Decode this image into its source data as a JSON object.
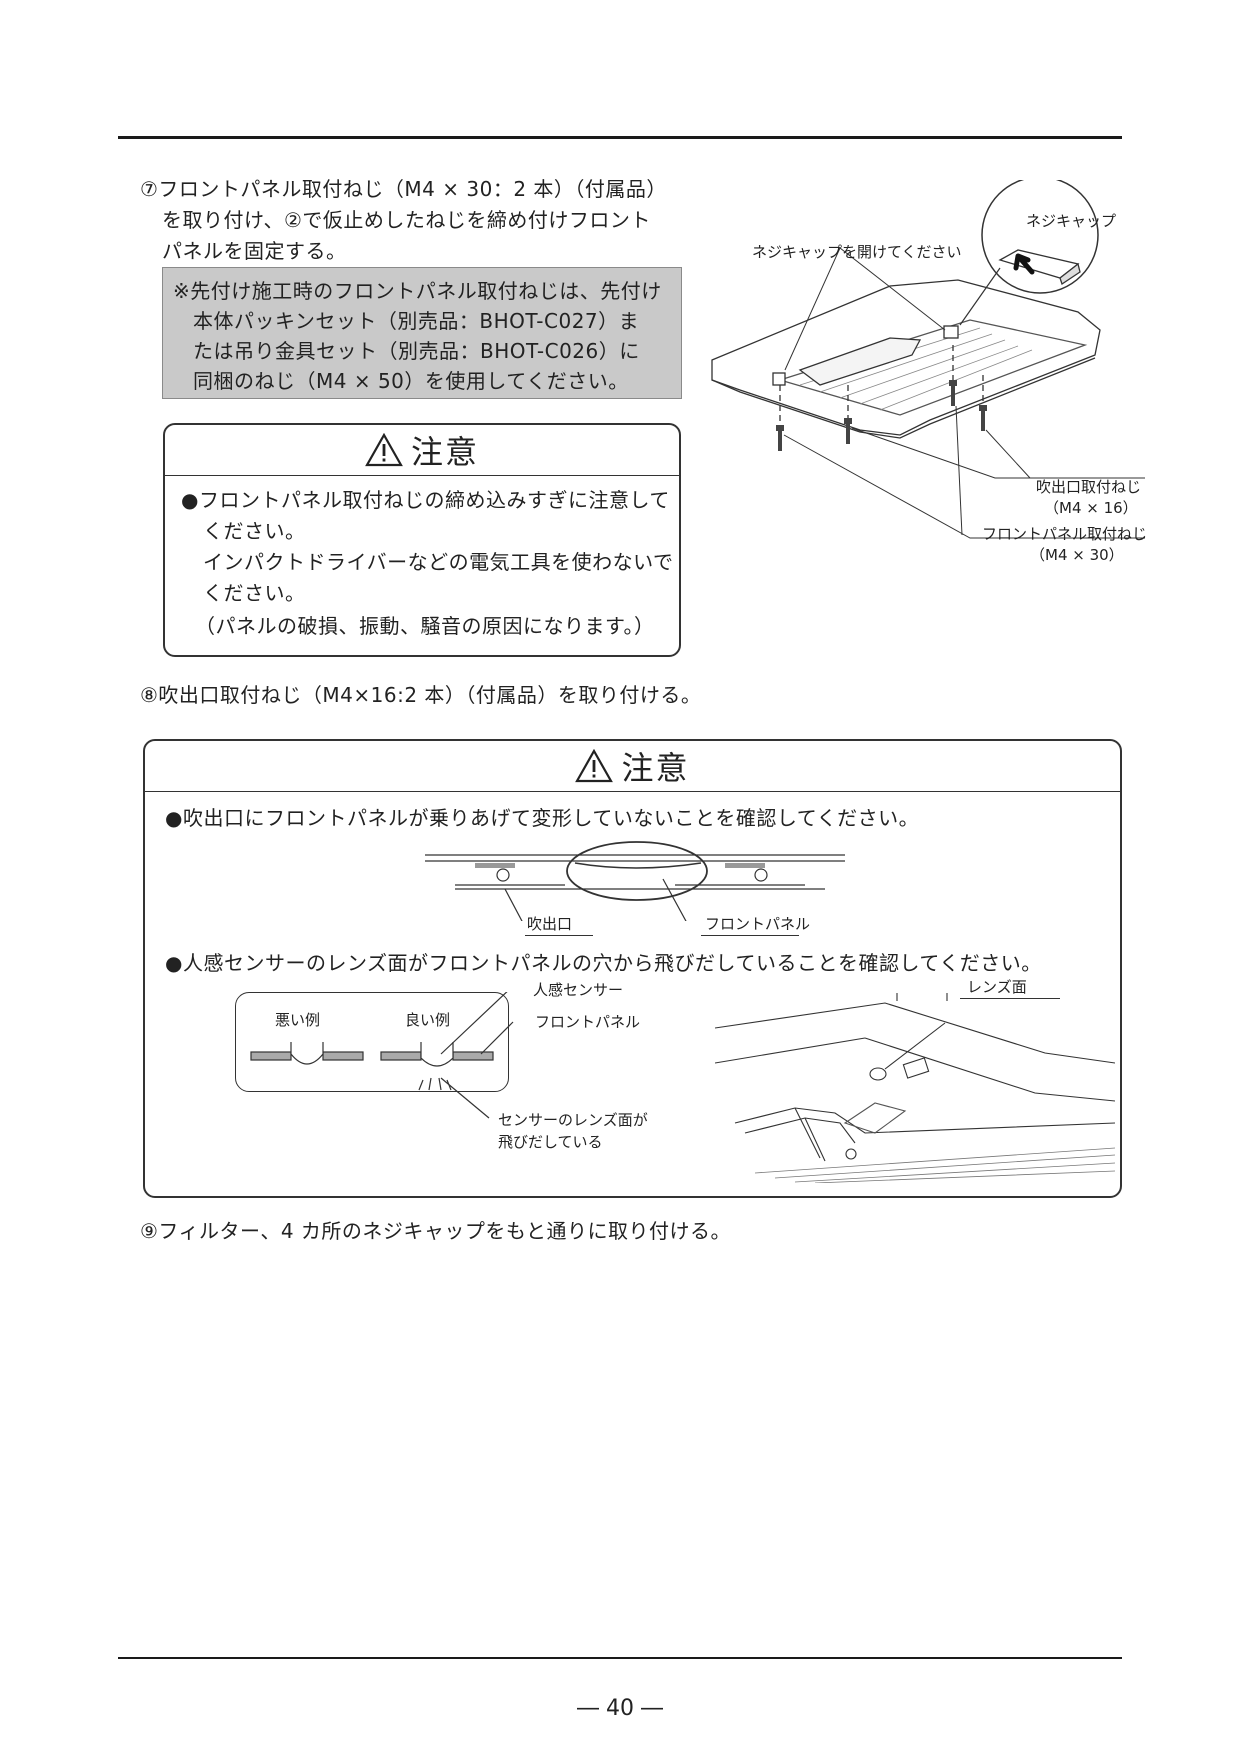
{
  "step7": {
    "line1": "⑦フロントパネル取付ねじ（M4 × 30：2 本）（付属品）",
    "line2": "を取り付け、②で仮止めしたねじを締め付けフロント",
    "line3": "パネルを固定する。"
  },
  "note": {
    "line1": "※先付け施工時のフロントパネル取付ねじは、先付け",
    "line2": "本体パッキンセット（別売品：BHOT-C027）ま",
    "line3": "たは吊り金具セット（別売品：BHOT-C026）に",
    "line4": "同梱のねじ（M4 × 50）を使用してください。"
  },
  "caution1": {
    "title": "注意",
    "line1": "●フロントパネル取付ねじの締め込みすぎに注意して",
    "line2": "ください。",
    "line3": "インパクトドライバーなどの電気工具を使わないで",
    "line4": "ください。",
    "line5": "（パネルの破損、振動、騒音の原因になります。）"
  },
  "figure1": {
    "cap_label": "ネジキャップ",
    "open_label": "ネジキャップを開けてください",
    "outlet_screw_label": "吹出口取付ねじ",
    "outlet_screw_size": "（M4 × 16）",
    "panel_screw_label": "フロントパネル取付ねじ",
    "panel_screw_size": "（M4 × 30）"
  },
  "step8": {
    "text": "⑧吹出口取付ねじ（M4×16:2 本）（付属品）を取り付ける。"
  },
  "caution2": {
    "title": "注意",
    "bullet1": "●吹出口にフロントパネルが乗りあげて変形していないことを確認してください。",
    "bullet2": "●人感センサーのレンズ面がフロントパネルの穴から飛びだしていることを確認してください。",
    "fig_outlet": "吹出口",
    "fig_panel": "フロントパネル",
    "bad_example": "悪い例",
    "good_example": "良い例",
    "sensor_label": "人感センサー",
    "panel_label": "フロントパネル",
    "lens_note1": "センサーのレンズ面が",
    "lens_note2": "飛びだしている",
    "lens_surface": "レンズ面"
  },
  "step9": {
    "text": "⑨フィルター、4 カ所のネジキャップをもと通りに取り付ける。"
  },
  "page_number": "― 40 ―"
}
